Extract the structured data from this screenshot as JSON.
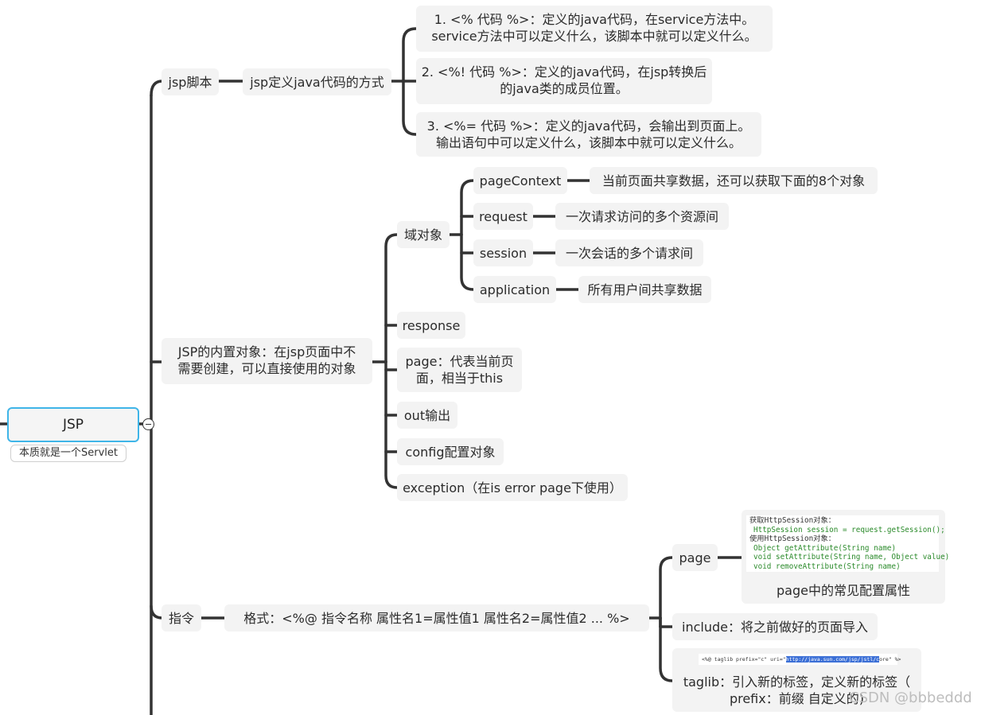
{
  "root": {
    "title": "JSP",
    "note": "本质就是一个Servlet"
  },
  "scriptlet": {
    "label": "jsp脚本",
    "child": "jsp定义java代码的方式",
    "items": [
      {
        "line1": "1. <%  代码 %>：定义的java代码，在service方法中。",
        "line2": "service方法中可以定义什么，该脚本中就可以定义什么。"
      },
      {
        "line1": "2. <%! 代码 %>：定义的java代码，在jsp转换后",
        "line2": "的java类的成员位置。"
      },
      {
        "line1": "3. <%= 代码 %>：定义的java代码，会输出到页面上。",
        "line2": "输出语句中可以定义什么，该脚本中就可以定义什么。"
      }
    ]
  },
  "builtin": {
    "label_line1": "JSP的内置对象：在jsp页面中不",
    "label_line2": "需要创建，可以直接使用的对象",
    "domain": {
      "label": "域对象",
      "items": [
        {
          "name": "pageContext",
          "desc": "当前页面共享数据，还可以获取下面的8个对象"
        },
        {
          "name": "request",
          "desc": "一次请求访问的多个资源间"
        },
        {
          "name": "session",
          "desc": "一次会话的多个请求间"
        },
        {
          "name": "application",
          "desc": "所有用户间共享数据"
        }
      ]
    },
    "response": "response",
    "page_line1": "page：代表当前页",
    "page_line2": "面，相当于this",
    "out": "out输出",
    "config": "config配置对象",
    "exception": "exception（在is error page下使用）"
  },
  "directive": {
    "label": "指令",
    "format": "格式：<%@ 指令名称 属性名1=属性值1 属性名2=属性值2 ... %>",
    "page": {
      "label": "page",
      "caption": "page中的常见配置属性",
      "code": {
        "line1": "获取HttpSession对象：",
        "line2": "HttpSession session = request.getSession();",
        "line3": "使用HttpSession对象：",
        "line4": "Object getAttribute(String name)",
        "line5": "void setAttribute(String name, Object value)",
        "line6": "void removeAttribute(String name)"
      }
    },
    "include": "include：将之前做好的页面导入",
    "taglib": {
      "line1": "taglib：引入新的标签，定义新的标签（",
      "line2": "prefix：前缀 自定义的)",
      "code_pre": "<%@ taglib prefix=\"c\" uri=\"",
      "code_hl": "http://java.sun.com/jsp/jstl/c",
      "code_post": "ore\" %>"
    }
  },
  "watermark": "CSDN @bbbeddd",
  "colors": {
    "root_border": "#3fb5e8",
    "node_bg": "#f3f3f3",
    "line": "#333333",
    "code_green": "#2a8a2a"
  }
}
